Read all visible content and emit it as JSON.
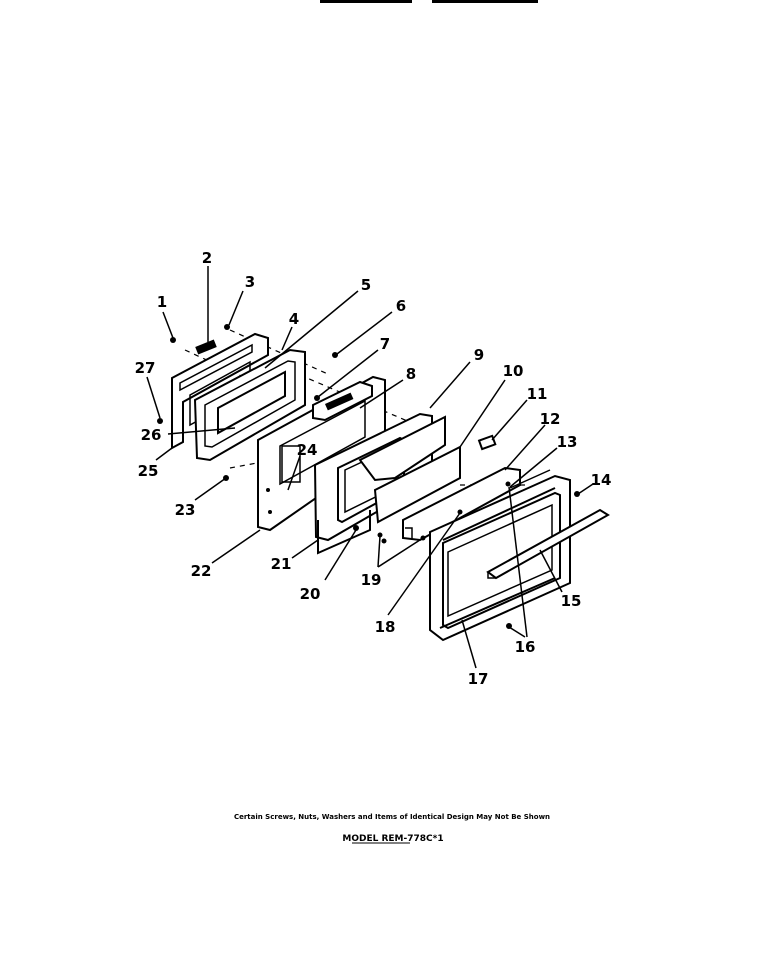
{
  "diagram": {
    "part_labels": [
      "1",
      "2",
      "3",
      "4",
      "5",
      "6",
      "7",
      "8",
      "9",
      "10",
      "11",
      "12",
      "13",
      "14",
      "15",
      "16",
      "17",
      "18",
      "19",
      "20",
      "21",
      "22",
      "23",
      "24",
      "25",
      "26",
      "27"
    ],
    "caption": "Certain Screws, Nuts, Washers and Items of Identical Design May Not Be Shown",
    "model": "MODEL REM-778C*1"
  }
}
